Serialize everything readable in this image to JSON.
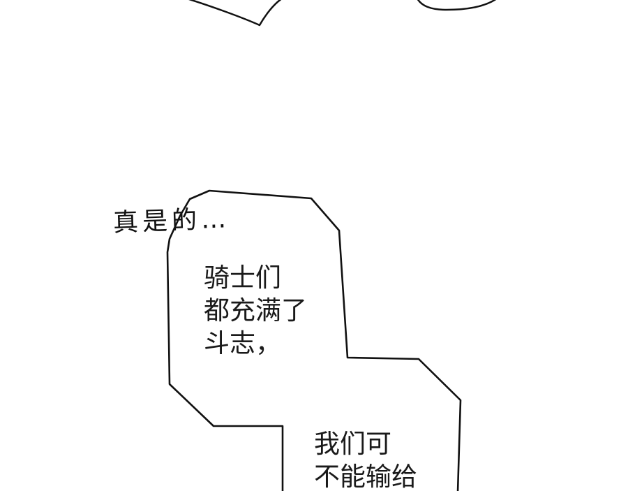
{
  "background_color": "#ffffff",
  "ink_color": "#111111",
  "handwritten_sfx": "真是的…",
  "speech_bubble_upper": {
    "lines": [
      "骑士们",
      "都充满了",
      "斗志，"
    ]
  },
  "speech_bubble_lower": {
    "lines": [
      "我们可",
      "不能输给"
    ]
  }
}
